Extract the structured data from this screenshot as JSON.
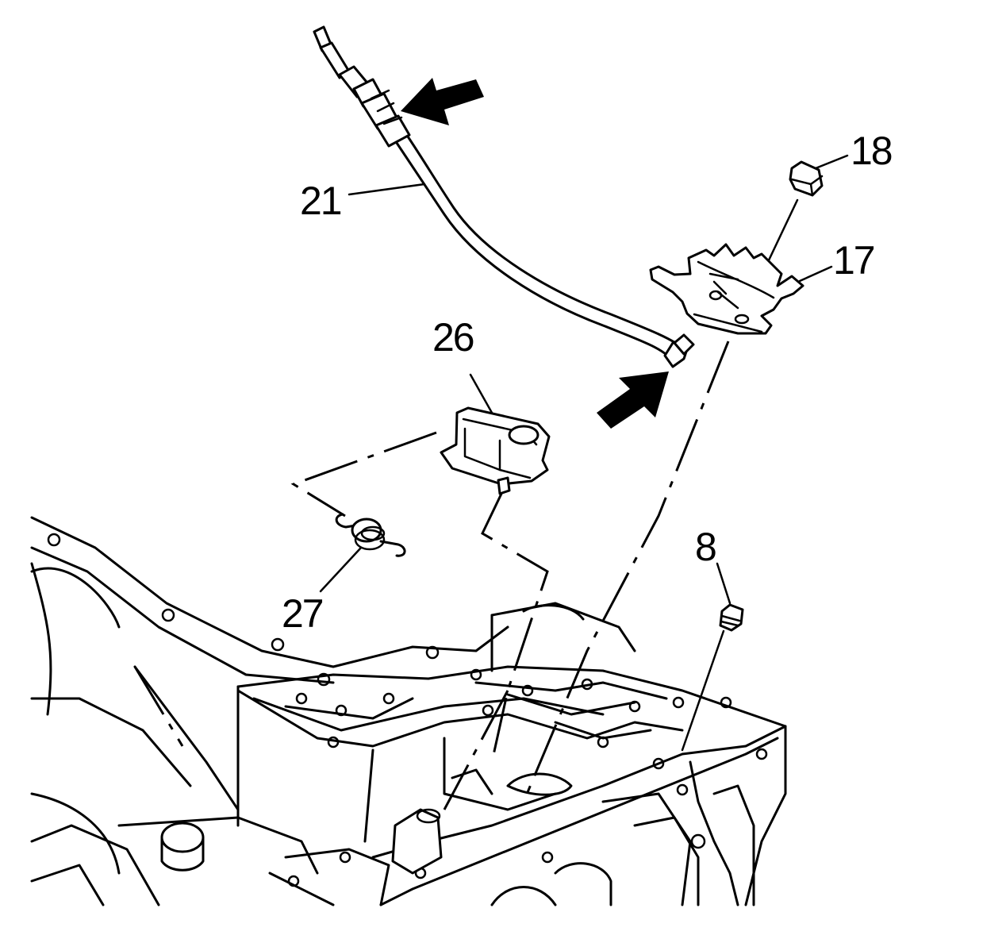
{
  "callouts": {
    "c21": "21",
    "c26": "26",
    "c18": "18",
    "c17": "17",
    "c27": "27",
    "c8": "8"
  },
  "colors": {
    "ink": "#000000",
    "background": "#ffffff"
  }
}
